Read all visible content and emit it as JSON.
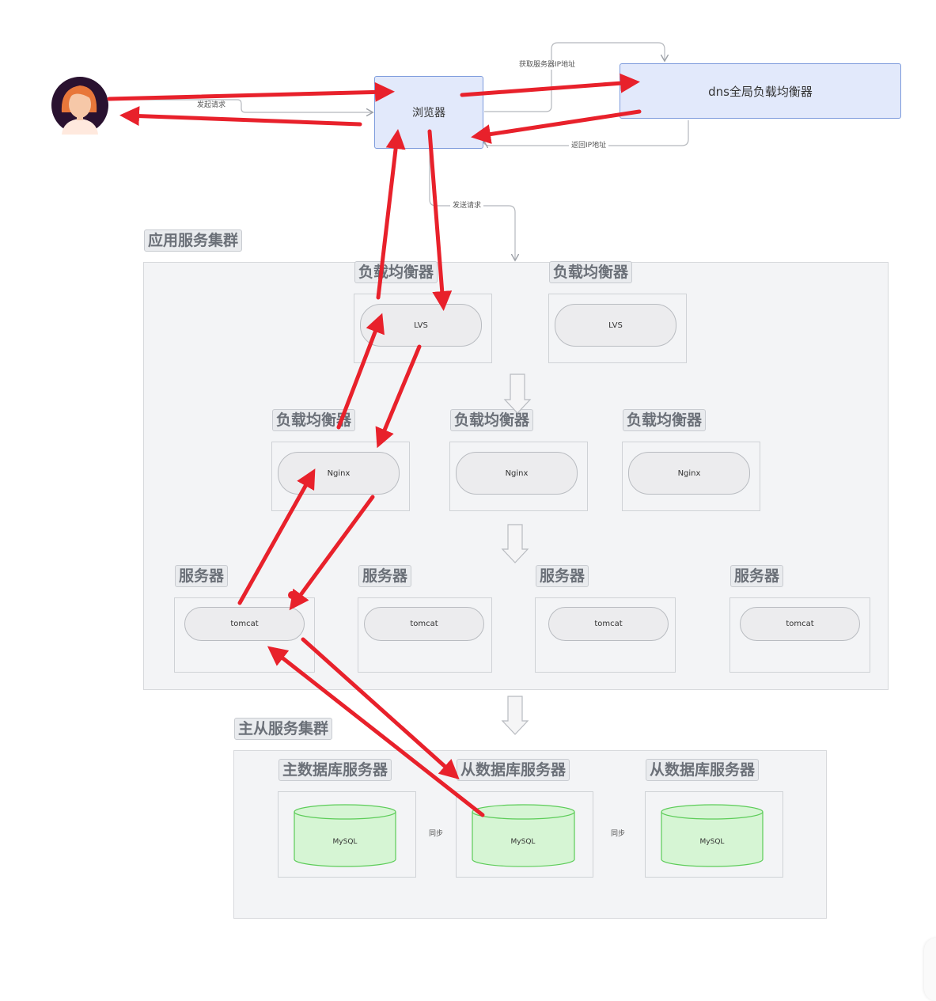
{
  "user": {
    "icon": "user-avatar-icon"
  },
  "browser": {
    "label": "浏览器"
  },
  "dns": {
    "label": "dns全局负载均衡器"
  },
  "edges": {
    "initiate_request": "发起请求",
    "get_server_ip": "获取服务器IP地址",
    "return_ip": "返回IP地址",
    "send_request": "发送请求",
    "sync_1": "同步",
    "sync_2": "同步"
  },
  "app_cluster": {
    "title": "应用服务集群",
    "lvs_tier": [
      {
        "tag": "负载均衡器",
        "label": "LVS"
      },
      {
        "tag": "负载均衡器",
        "label": "LVS"
      }
    ],
    "nginx_tier": [
      {
        "tag": "负载均衡器",
        "label": "Nginx"
      },
      {
        "tag": "负载均衡器",
        "label": "Nginx"
      },
      {
        "tag": "负载均衡器",
        "label": "Nginx"
      }
    ],
    "server_tier": [
      {
        "tag": "服务器",
        "label": "tomcat"
      },
      {
        "tag": "服务器",
        "label": "tomcat"
      },
      {
        "tag": "服务器",
        "label": "tomcat"
      },
      {
        "tag": "服务器",
        "label": "tomcat"
      }
    ]
  },
  "db_cluster": {
    "title": "主从服务集群",
    "nodes": [
      {
        "tag": "主数据库服务器",
        "label": "MySQL"
      },
      {
        "tag": "从数据库服务器",
        "label": "MySQL"
      },
      {
        "tag": "从数据库服务器",
        "label": "MySQL"
      }
    ]
  },
  "colors": {
    "highlight_arrow": "#e8212b",
    "connector": "#b5b8bd",
    "node_fill": "#e2e9fb",
    "node_border": "#7d9bdc",
    "db_fill": "#d6f5d4",
    "db_border": "#5ccc58"
  }
}
